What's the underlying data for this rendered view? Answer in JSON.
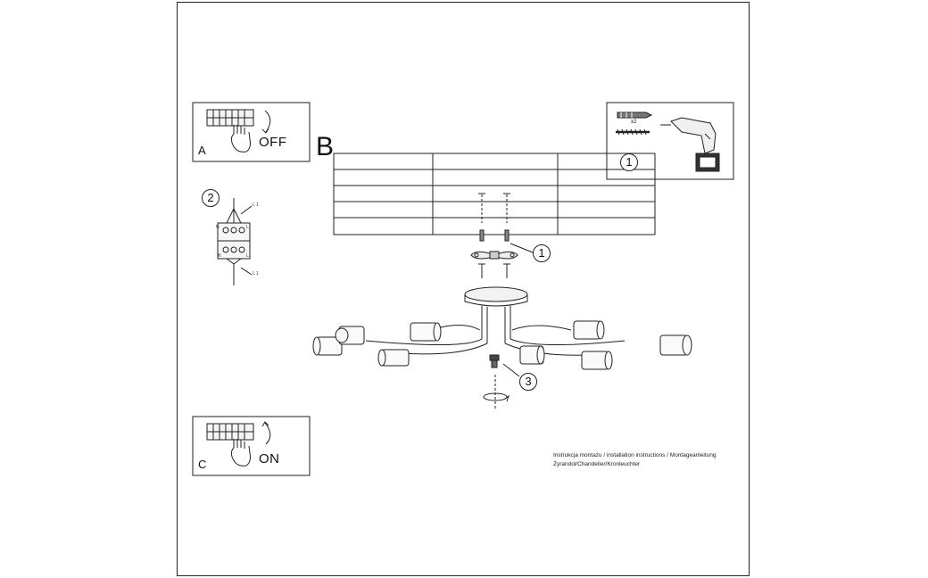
{
  "panels": {
    "a": {
      "letter": "A",
      "state": "OFF"
    },
    "b": {
      "letter": "B"
    },
    "c": {
      "letter": "C",
      "state": "ON"
    }
  },
  "steps": {
    "one": "1",
    "two": "2",
    "three": "3"
  },
  "tools": {
    "quantity": "x2"
  },
  "wiring": {
    "l1_top": "L 1",
    "l1_bottom": "L 1",
    "n": "N",
    "l": "L",
    "n_left": "N",
    "l_left": "L"
  },
  "caption": {
    "line1": "Instrukcja montażu / installation instructions / Montageanleitung",
    "line2": "Żyrandol/Chandelier/Kronleuchter"
  },
  "icons": [
    "terminal-block-icon",
    "hand-icon",
    "rotate-arrow-icon",
    "drill-icon",
    "wall-plug-icon",
    "screw-icon",
    "chandelier-icon"
  ]
}
